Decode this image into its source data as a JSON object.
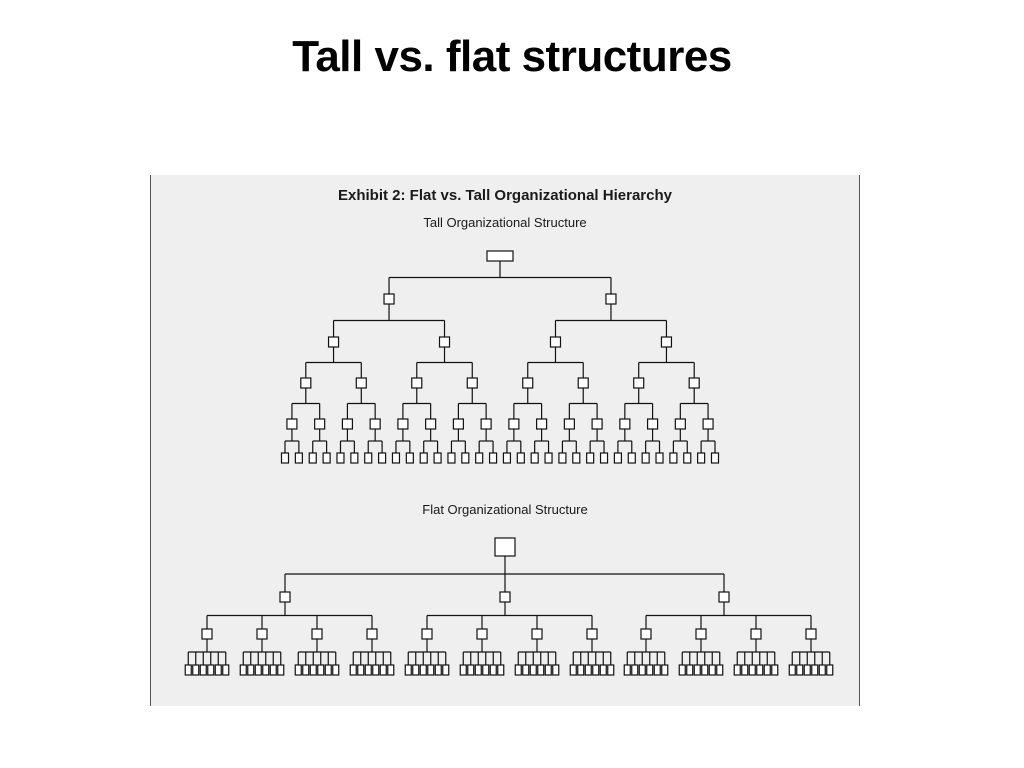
{
  "slide": {
    "title": "Tall vs. flat structures"
  },
  "exhibit": {
    "title": "Exhibit 2: Flat vs. Tall Organizational Hierarchy",
    "tall": {
      "label": "Tall Organizational Structure",
      "levels": 6,
      "branching": 2
    },
    "flat": {
      "label": "Flat Organizational Structure",
      "levels": 4,
      "branching": [
        3,
        4,
        6
      ]
    }
  }
}
